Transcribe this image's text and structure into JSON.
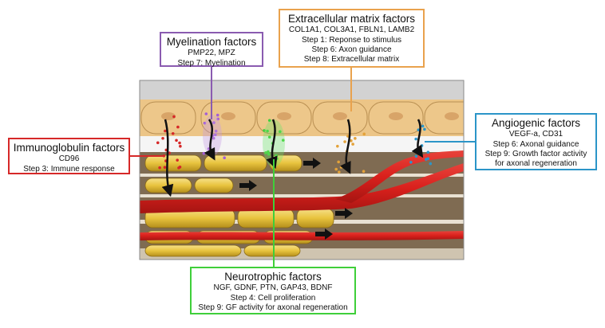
{
  "boxes": {
    "myelination": {
      "title": "Myelination factors",
      "lines": [
        "PMP22, MPZ",
        "Step 7: Myelination"
      ],
      "color": "#8a5bb0"
    },
    "ecm": {
      "title": "Extracellular matrix factors",
      "lines": [
        "COL1A1, COL3A1, FBLN1, LAMB2",
        "Step 1: Reponse to stimulus",
        "Step 6: Axon guidance",
        "Step 8: Extracellular matrix"
      ],
      "color": "#e9a24d"
    },
    "immunoglobulin": {
      "title": "Immunoglobulin factors",
      "lines": [
        "CD96",
        "Step 3: Immune response"
      ],
      "color": "#d62828"
    },
    "angiogenic": {
      "title": "Angiogenic factors",
      "lines": [
        "VEGF-a, CD31",
        "Step 6: Axonal guidance",
        "Step 9: Growth factor activity",
        "for axonal regeneration"
      ],
      "color": "#2b95c8"
    },
    "neurotrophic": {
      "title": "Neurotrophic factors",
      "lines": [
        "NGF, GDNF, PTN, GAP43, BDNF",
        "Step 4: Cell proliferation",
        "Step 9: GF activity for axonal regeneration"
      ],
      "color": "#3fcf3a"
    }
  },
  "colors": {
    "tissue_bg": "#d2d2d2",
    "cell_fill": "#edc78a",
    "white_layer": "#f4f4f4",
    "matrix_brown": "#7f6b52",
    "myelin_yellow": "#e8c33d",
    "vessel_red": "#d9201c",
    "axon_arrow": "#111111"
  }
}
